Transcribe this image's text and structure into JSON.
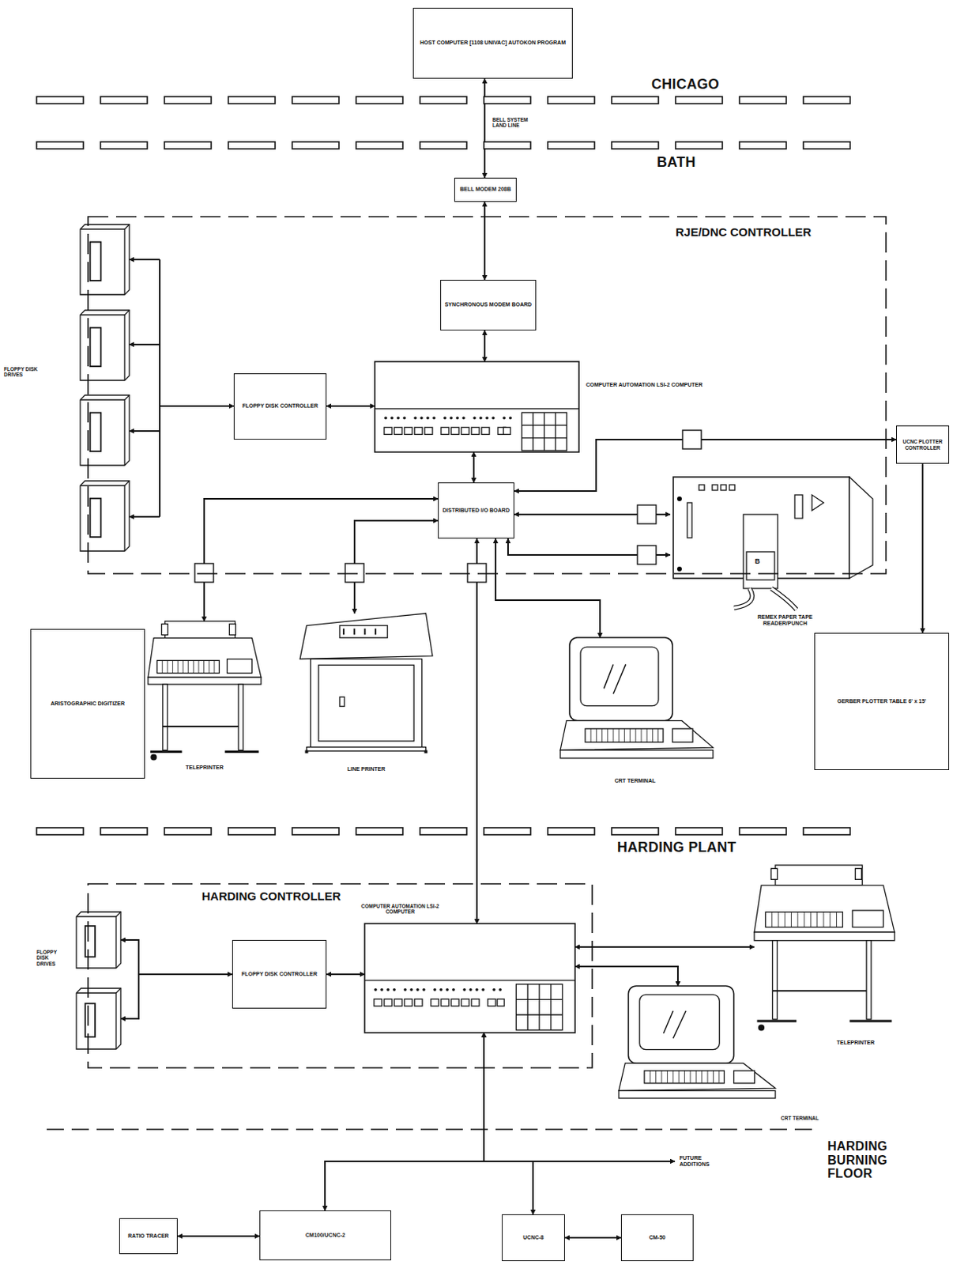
{
  "diagram": {
    "nodes": [
      {
        "text": [
          "HOST COMPUTER [1108 UNIVAC] AUTOKON PROGRAM"
        ]
      },
      {
        "text": [
          "BELL MODEM 208B"
        ]
      },
      {
        "text": [
          "RJE/DNC CONTROLLER"
        ]
      },
      {
        "text": [
          "SYNCHRONOUS MODEM BOARD"
        ],
        "in": 2
      },
      {
        "text": [
          "COMPUTER AUTOMATION LSI-2 COMPUTER"
        ],
        "in": 2
      },
      {
        "text": [
          "FLOPPY DISK CONTROLLER"
        ],
        "in": 2
      },
      {
        "text": [
          "FLOPPY DISK DRIVES"
        ]
      },
      {
        "text": [
          "DISTRIBUTED I/O BOARD"
        ],
        "in": 2
      },
      {
        "text": [
          "TELEPRINTER"
        ]
      },
      {
        "text": [
          "LINE PRINTER"
        ]
      },
      {
        "text": [
          "CRT TERMINAL"
        ]
      },
      {
        "text": [
          "REMEX PAPER TAPE READER/PUNCH"
        ]
      },
      {
        "text": [
          "UCNC PLOTTER CONTROLLER"
        ]
      },
      {
        "text": [
          "GERBER PLOTTER TABLE 6' x 15'"
        ]
      },
      {
        "text": [
          "ARISTOGRAPHIC DIGITIZER"
        ]
      },
      {
        "text": [
          "HARDING CONTROLLER"
        ]
      },
      {
        "text": [
          "FLOPPY DISK DRIVES"
        ]
      },
      {
        "text": [
          "FLOPPY DISK CONTROLLER"
        ],
        "in": 15
      },
      {
        "text": [
          "COMPUTER AUTOMATION LSI-2 COMPUTER"
        ],
        "in": 15
      },
      {
        "text": [
          "TELEPRINTER"
        ]
      },
      {
        "text": [
          "CRT TERMINAL"
        ]
      },
      {
        "text": [
          "RATIO TRACER"
        ]
      },
      {
        "text": [
          "CM100/UCNC-2"
        ]
      },
      {
        "text": [
          "UCNC-8"
        ]
      },
      {
        "text": [
          "CM-50"
        ]
      }
    ],
    "edges": [
      {
        "from": 0,
        "to": 1,
        "arrow": "both",
        "label": "BELL SYSTEM LAND LINE"
      },
      {
        "from": 1,
        "to": 3,
        "arrow": "both"
      },
      {
        "from": 3,
        "to": 4,
        "arrow": "both"
      },
      {
        "from": 5,
        "to": 4,
        "arrow": "both"
      },
      {
        "from": 5,
        "to": 6,
        "arrow": "both"
      },
      {
        "from": 4,
        "to": 7,
        "arrow": "both"
      },
      {
        "from": 7,
        "to": 8,
        "arrow": "both"
      },
      {
        "from": 7,
        "to": 9,
        "arrow": "both"
      },
      {
        "from": 7,
        "to": 10,
        "arrow": "both"
      },
      {
        "from": 7,
        "to": 11,
        "arrow": "both"
      },
      {
        "from": 7,
        "to": 11,
        "arrow": "both"
      },
      {
        "from": 7,
        "to": 12,
        "arrow": "both"
      },
      {
        "from": 12,
        "to": 13,
        "arrow": "to"
      },
      {
        "from": 7,
        "to": 18,
        "arrow": "both"
      },
      {
        "from": 17,
        "to": 18,
        "arrow": "both"
      },
      {
        "from": 17,
        "to": 16,
        "arrow": "both"
      },
      {
        "from": 18,
        "to": 19,
        "arrow": "both"
      },
      {
        "from": 18,
        "to": 20,
        "arrow": "both"
      },
      {
        "from": 18,
        "to": 22,
        "arrow": "both"
      },
      {
        "from": 18,
        "to": 23,
        "arrow": "both"
      },
      {
        "from": 21,
        "to": 22,
        "arrow": "both"
      },
      {
        "from": 23,
        "to": 24,
        "arrow": "both"
      }
    ],
    "labels": [
      "CHICAGO",
      "BATH",
      "HARDING PLANT",
      "HARDING BURNING FLOOR",
      "FUTURE ADDITIONS",
      "B"
    ]
  }
}
